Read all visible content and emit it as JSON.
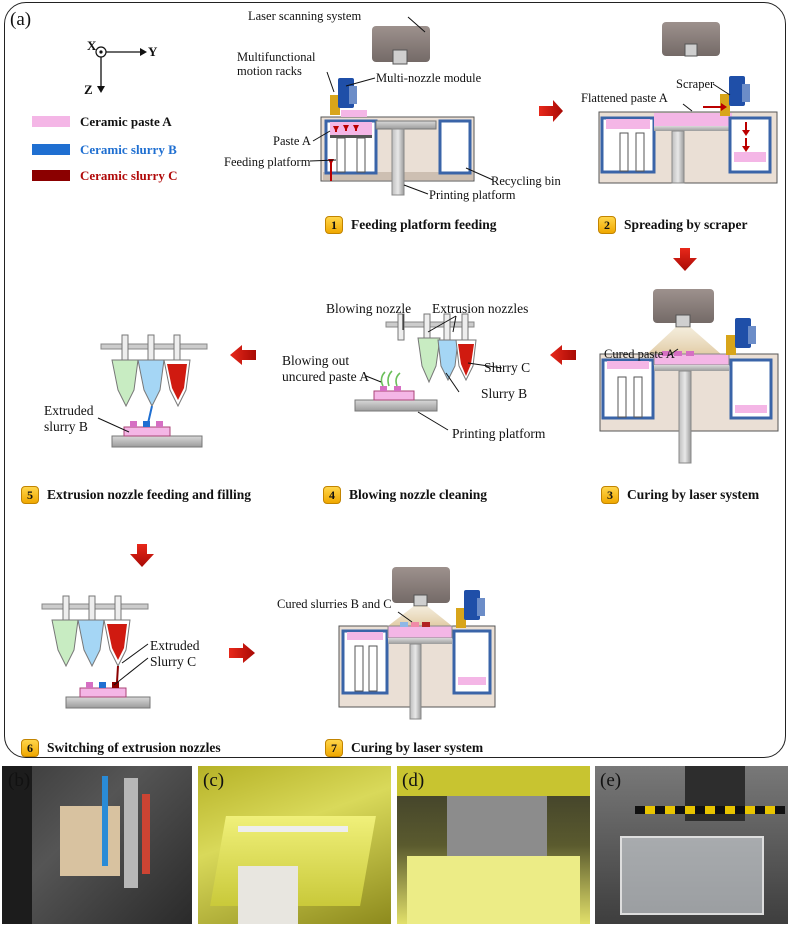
{
  "panel_labels": {
    "a": "(a)",
    "b": "(b)",
    "c": "(c)",
    "d": "(d)",
    "e": "(e)"
  },
  "axes": {
    "x": "X",
    "y": "Y",
    "z": "Z"
  },
  "legend": [
    {
      "label": "Ceramic paste A",
      "color": "#f4b6e6"
    },
    {
      "label": "Ceramic slurry B",
      "color": "#1f6fd1"
    },
    {
      "label": "Ceramic slurry C",
      "color": "#8b0000"
    }
  ],
  "annotations": {
    "laser_scanning_system": "Laser scanning system",
    "multifunctional_motion_racks": "Multifunctional\nmotion racks",
    "multi_nozzle_module": "Multi-nozzle module",
    "paste_a": "Paste A",
    "feeding_platform": "Feeding platform",
    "printing_platform": "Printing platform",
    "recycling_bin": "Recycling bin",
    "scraper": "Scraper",
    "flattened_paste_a": "Flattened paste A",
    "cured_paste_a": "Cured paste A",
    "blowing_nozzle": "Blowing nozzle",
    "extrusion_nozzles": "Extrusion nozzles",
    "blowing_out": "Blowing out\nuncured paste A",
    "slurry_c": "Slurry C",
    "slurry_b": "Slurry B",
    "printing_platform_2": "Printing platform",
    "extruded_slurry_b": "Extruded\nslurry B",
    "extruded_slurry_c": "Extruded\nSlurry C",
    "cured_slurries": "Cured slurries B and C"
  },
  "steps": [
    {
      "num": "1",
      "label": "Feeding platform feeding"
    },
    {
      "num": "2",
      "label": "Spreading by scraper"
    },
    {
      "num": "3",
      "label": "Curing by laser system"
    },
    {
      "num": "4",
      "label": "Blowing nozzle cleaning"
    },
    {
      "num": "5",
      "label": "Extrusion nozzle feeding and filling"
    },
    {
      "num": "6",
      "label": "Switching of extrusion nozzles"
    },
    {
      "num": "7",
      "label": "Curing by laser system"
    }
  ],
  "colors": {
    "paste_a": "#f4b6e6",
    "slurry_b": "#1f6fd1",
    "slurry_c": "#8b0000",
    "arrow": "#c8140a",
    "frame": "#4a6e9e",
    "laser": "#8a7f7c",
    "badge": "#f0a800"
  }
}
